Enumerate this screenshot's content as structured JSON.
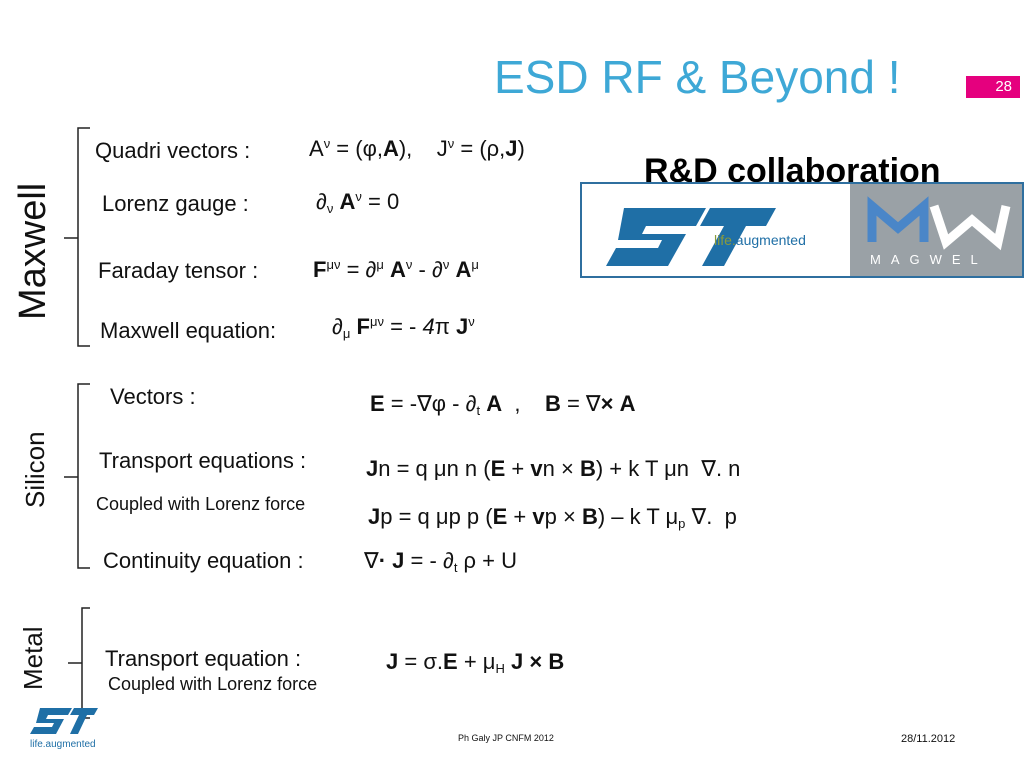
{
  "slide": {
    "title": "ESD RF & Beyond !",
    "page_number": "28",
    "rd_heading": "R&D collaboration",
    "magwel_text": "MAGWEL",
    "st_tagline_pre": "life.",
    "st_tagline_post": "augmented"
  },
  "maxwell": {
    "label": "Maxwell",
    "quadri_label": "Quadri vectors :",
    "lorenz_label": "Lorenz gauge :",
    "faraday_label": "Faraday tensor :",
    "maxwell_eq_label": "Maxwell equation:"
  },
  "silicon": {
    "label": "Silicon",
    "vectors_label": "Vectors :",
    "transport_label": "Transport equations :",
    "coupled_label": "Coupled with Lorenz force",
    "continuity_label": "Continuity equation :"
  },
  "metal": {
    "label": "Metal",
    "transport_label": "Transport equation :",
    "coupled_label": "Coupled with Lorenz force"
  },
  "footer": {
    "author": "Ph Galy JP CNFM 2012",
    "date": "28/11.2012",
    "logo_tagline": "life.augmented"
  },
  "colors": {
    "title": "#3ea8d6",
    "page_box": "#e5007e",
    "st_blue": "#1f6fa6",
    "magwel_bg": "#9aa1a6"
  }
}
